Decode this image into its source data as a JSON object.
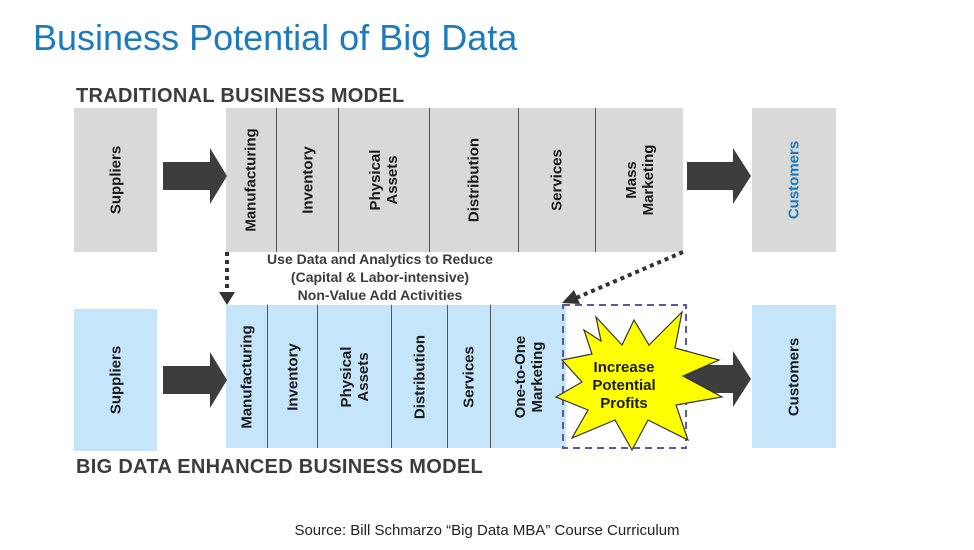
{
  "title": "Business Potential of Big Data",
  "traditional": {
    "label": "TRADITIONAL BUSINESS MODEL",
    "suppliers": "Suppliers",
    "steps": [
      "Manufacturing",
      "Inventory",
      "Physical\nAssets",
      "Distribution",
      "Services",
      "Mass\nMarketing"
    ],
    "customers": "Customers"
  },
  "middle_text": [
    "Use Data and Analytics to Reduce",
    "(Capital & Labor-intensive)",
    "Non-Value Add Activities"
  ],
  "enhanced": {
    "label": "BIG DATA ENHANCED BUSINESS MODEL",
    "suppliers": "Suppliers",
    "steps": [
      "Manufacturing",
      "Inventory",
      "Physical\nAssets",
      "Distribution",
      "Services",
      "One-to-One\nMarketing"
    ],
    "burst": "Increase\nPotential\nProfits",
    "customers": "Customers"
  },
  "source": "Source: Bill Schmarzo “Big Data MBA” Course Curriculum",
  "colors": {
    "title": "#1b7bbd",
    "gray_box": "#d9d9d9",
    "blue_box": "#c5e6fa",
    "arrow": "#3d3d3d",
    "customers_top_text": "#1b7bbd",
    "burst_fill": "#ffff00",
    "dashed_border": "#5a5a9a"
  }
}
